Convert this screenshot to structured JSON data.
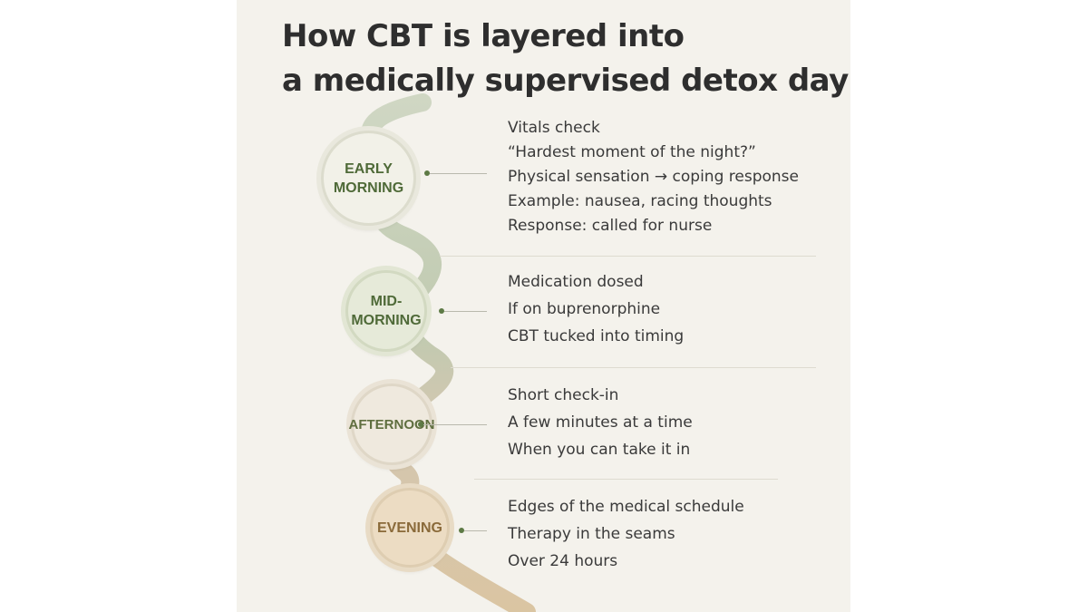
{
  "title": {
    "line1": "How CBT is layered into",
    "line2": "a medically supervised detox day"
  },
  "stages": [
    {
      "label": "EARLY\nMORNING",
      "color": "#4f6a38",
      "details": [
        "Vitals check",
        "“Hardest moment of the night?”",
        "Physical sensation → coping response",
        "Example: nausea, racing thoughts",
        "Response: called for nurse"
      ]
    },
    {
      "label": "MID-\nMORNING",
      "color": "#4f6a38",
      "details": [
        "Medication dosed",
        "If on buprenorphine",
        "CBT tucked into timing"
      ]
    },
    {
      "label": "AFTERNOON",
      "color": "#5f6e3f",
      "details": [
        "Short check-in",
        "A few minutes at a time",
        "When you can take it in"
      ]
    },
    {
      "label": "EVENING",
      "color": "#8a6a3a",
      "details": [
        "Edges of the medical schedule",
        "Therapy in the seams",
        "Over 24 hours"
      ]
    }
  ],
  "colors": {
    "background": "#f4f2ec",
    "path_green": "#b7c3a6",
    "path_tan": "#d6bd95",
    "text": "#3a3a3a",
    "title": "#2e2e2e"
  }
}
